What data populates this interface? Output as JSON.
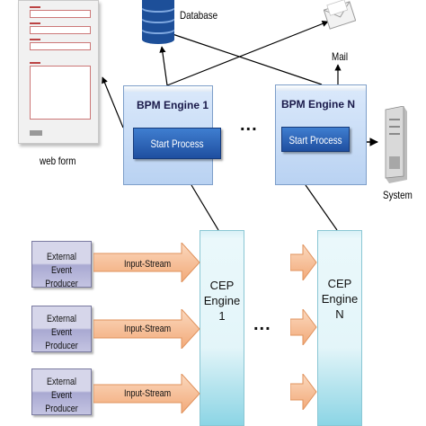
{
  "labels": {
    "database": "Database",
    "mail": "Mail",
    "system": "System",
    "web_form": "web form"
  },
  "bpm_engines": [
    {
      "title": "BPM Engine 1",
      "button": "Start Process"
    },
    {
      "title": "BPM Engine N",
      "button": "Start Process"
    }
  ],
  "cep_engines": [
    {
      "line1": "CEP",
      "line2": "Engine 1"
    },
    {
      "line1": "CEP",
      "line2": "Engine N"
    }
  ],
  "producers": [
    {
      "line1": "External Event",
      "line2": "Producer",
      "stream": "Input-Stream"
    },
    {
      "line1": "External Event",
      "line2": "Producer",
      "stream": "Input-Stream"
    },
    {
      "line1": "External Event",
      "line2": "Producer",
      "stream": "Input-Stream"
    }
  ],
  "ellipsis": "...",
  "colors": {
    "bpm_fill": "#c9ddf6",
    "button_fill": "#2c62b8",
    "cep_fill": "#e3f5f9",
    "producer_fill": "#c4c4e2",
    "stream_arrow": "#f4b183"
  },
  "icons": [
    "database-icon",
    "mail-icon",
    "server-icon",
    "web-form-thumbnail"
  ]
}
